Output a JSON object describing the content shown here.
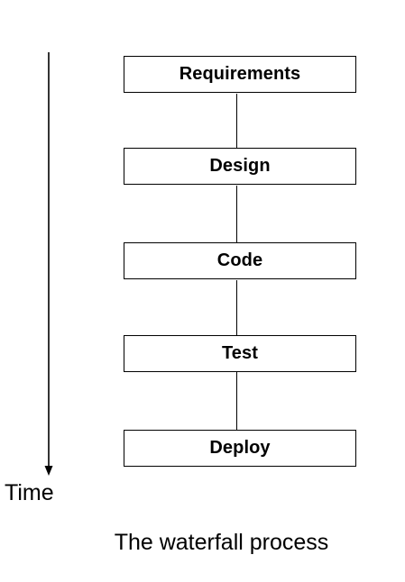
{
  "diagram": {
    "stages": [
      {
        "label": "Requirements"
      },
      {
        "label": "Design"
      },
      {
        "label": "Code"
      },
      {
        "label": "Test"
      },
      {
        "label": "Deploy"
      }
    ],
    "axis_label": "Time",
    "caption": "The waterfall process",
    "arrow_icon": "down-arrow-icon",
    "colors": {
      "stroke": "#000000",
      "background": "#ffffff"
    }
  }
}
